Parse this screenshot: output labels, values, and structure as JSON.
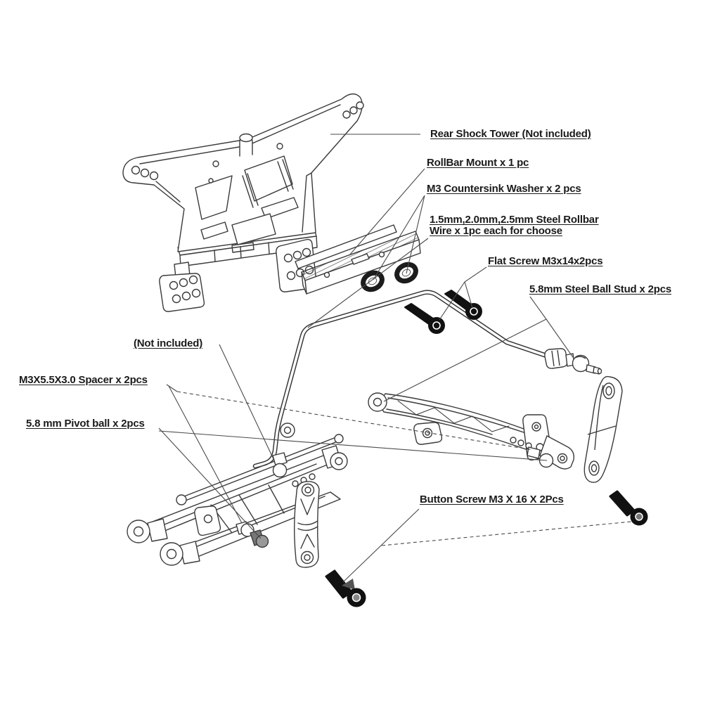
{
  "diagram": {
    "labels": {
      "rear_shock_tower": "Rear Shock Tower (Not included)",
      "rollbar_mount": "RollBar Mount x 1 pc",
      "countersink_washer": "M3 Countersink Washer x 2 pcs",
      "rollbar_wire_line1": "1.5mm,2.0mm,2.5mm Steel Rollbar",
      "rollbar_wire_line2": "Wire x 1pc each for choose",
      "flat_screw": "Flat Screw M3x14x2pcs",
      "ball_stud": "5.8mm Steel Ball Stud x 2pcs",
      "not_included": "(Not included)",
      "spacer": "M3X5.5X3.0 Spacer x 2pcs",
      "pivot_ball": "5.8 mm Pivot ball x 2pcs",
      "button_screw": "Button Screw M3 X 16 X 2Pcs"
    },
    "colors": {
      "background": "#ffffff",
      "line": "#3a3a3a",
      "hardware_black": "#111111",
      "leader": "#4a4a4a"
    }
  }
}
